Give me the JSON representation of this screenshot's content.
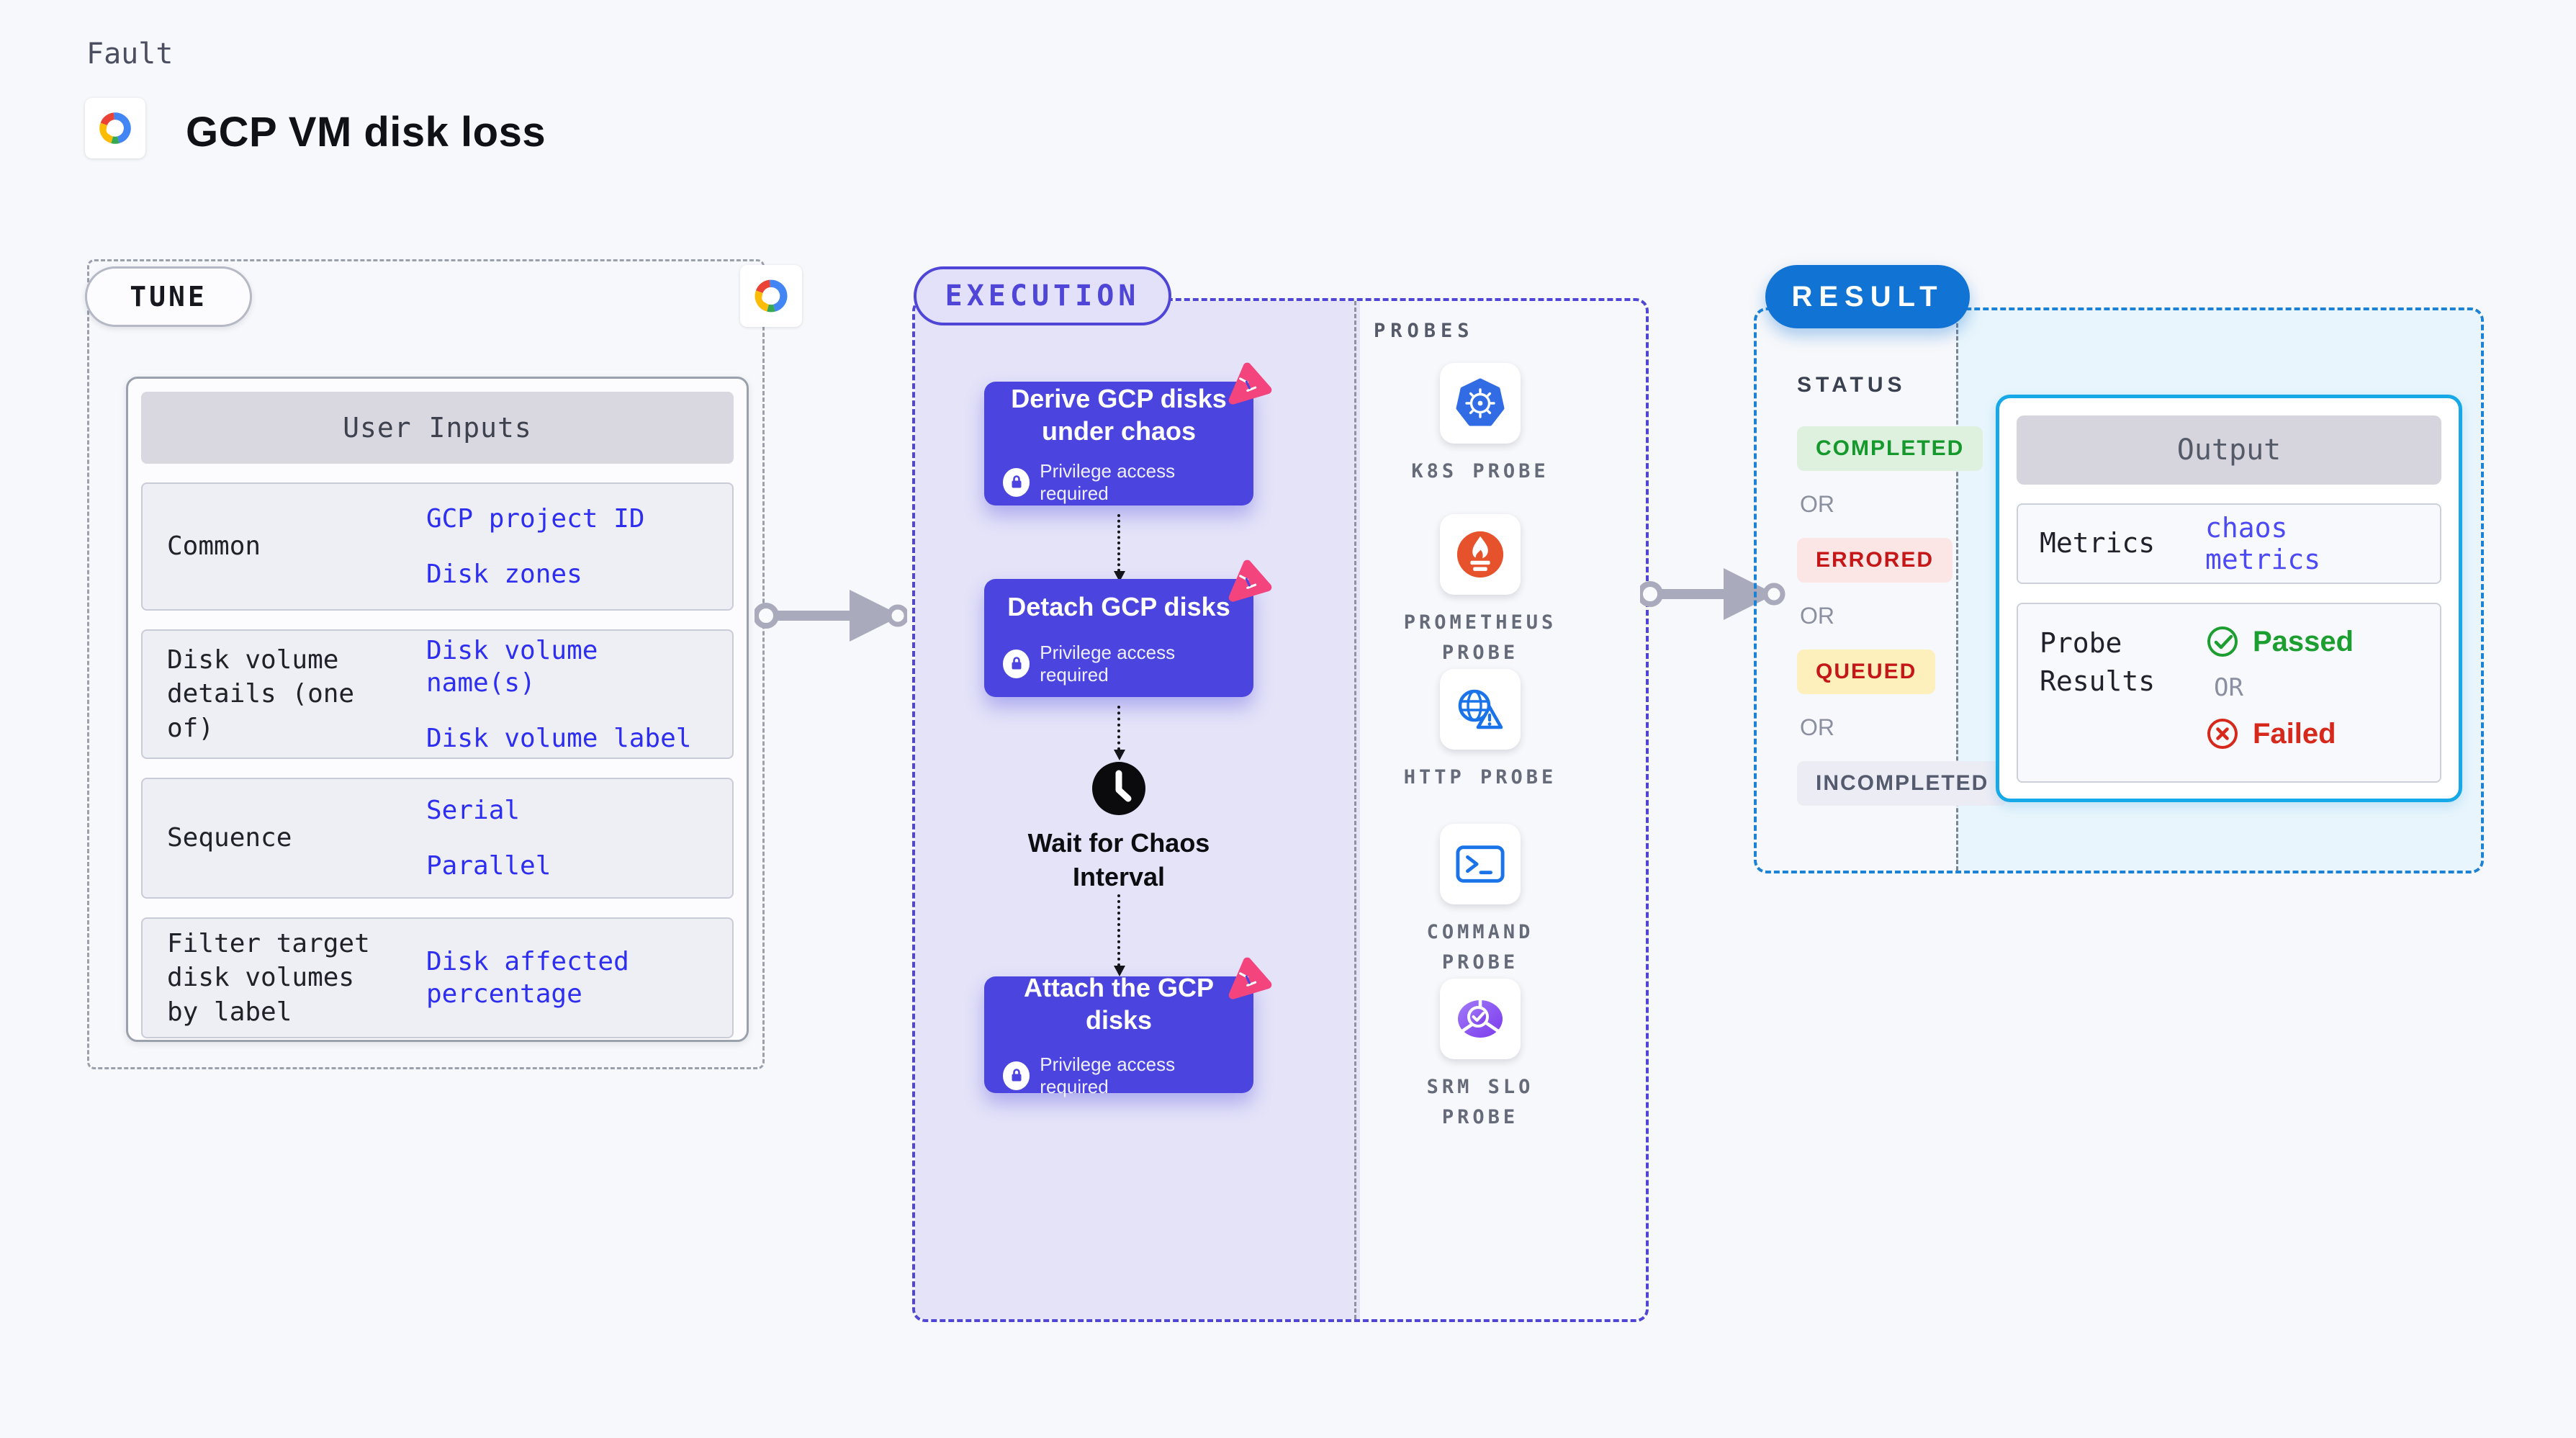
{
  "header": {
    "kicker": "Fault",
    "title": "GCP VM disk loss"
  },
  "tune": {
    "label": "TUNE",
    "table": {
      "header": "User Inputs",
      "rows": [
        {
          "label": "Common",
          "values": [
            "GCP project ID",
            "Disk zones"
          ]
        },
        {
          "label": "Disk volume details (one of)",
          "values": [
            "Disk volume name(s)",
            "Disk volume label"
          ]
        },
        {
          "label": "Sequence",
          "values": [
            "Serial",
            "Parallel"
          ]
        },
        {
          "label": "Filter target disk volumes by label",
          "values": [
            "Disk affected percentage"
          ]
        }
      ]
    }
  },
  "execution": {
    "label": "EXECUTION",
    "steps": [
      {
        "title": "Derive GCP disks under chaos",
        "badge": "Privilege access required"
      },
      {
        "title": "Detach GCP disks",
        "badge": "Privilege access required"
      },
      {
        "title": "Wait for Chaos Interval"
      },
      {
        "title": "Attach the GCP disks",
        "badge": "Privilege access required"
      }
    ]
  },
  "probes": {
    "label": "PROBES",
    "items": [
      {
        "name": "K8S PROBE",
        "icon": "kubernetes-icon"
      },
      {
        "name": "PROMETHEUS PROBE",
        "icon": "prometheus-icon"
      },
      {
        "name": "HTTP PROBE",
        "icon": "http-globe-warning-icon"
      },
      {
        "name": "COMMAND PROBE",
        "icon": "terminal-icon"
      },
      {
        "name": "SRM SLO PROBE",
        "icon": "srm-slo-icon"
      }
    ]
  },
  "result": {
    "label": "RESULT",
    "status": {
      "heading": "STATUS",
      "separator": "OR",
      "items": [
        "COMPLETED",
        "ERRORED",
        "QUEUED",
        "INCOMPLETED"
      ]
    },
    "output": {
      "header": "Output",
      "metrics_label": "Metrics",
      "metrics_value": "chaos metrics",
      "probe_results_label": "Probe Results",
      "passed": "Passed",
      "separator": "OR",
      "failed": "Failed"
    }
  },
  "colors": {
    "page_bg": "#f7f8fb",
    "execution_indigo": "#4f46d8",
    "node_purple": "#4b44de",
    "execution_fill": "#e4e3f8",
    "chaos_pink": "#f4447e",
    "result_blue": "#1173d3",
    "result_dash": "#1b82d6",
    "output_border_cyan": "#17a8e8",
    "result_fill": "#e8f5fc",
    "value_blue": "#2e2ef0",
    "passed_green": "#1d9e31",
    "failed_red": "#d6281b",
    "arrow_gray": "#a9abbd"
  }
}
